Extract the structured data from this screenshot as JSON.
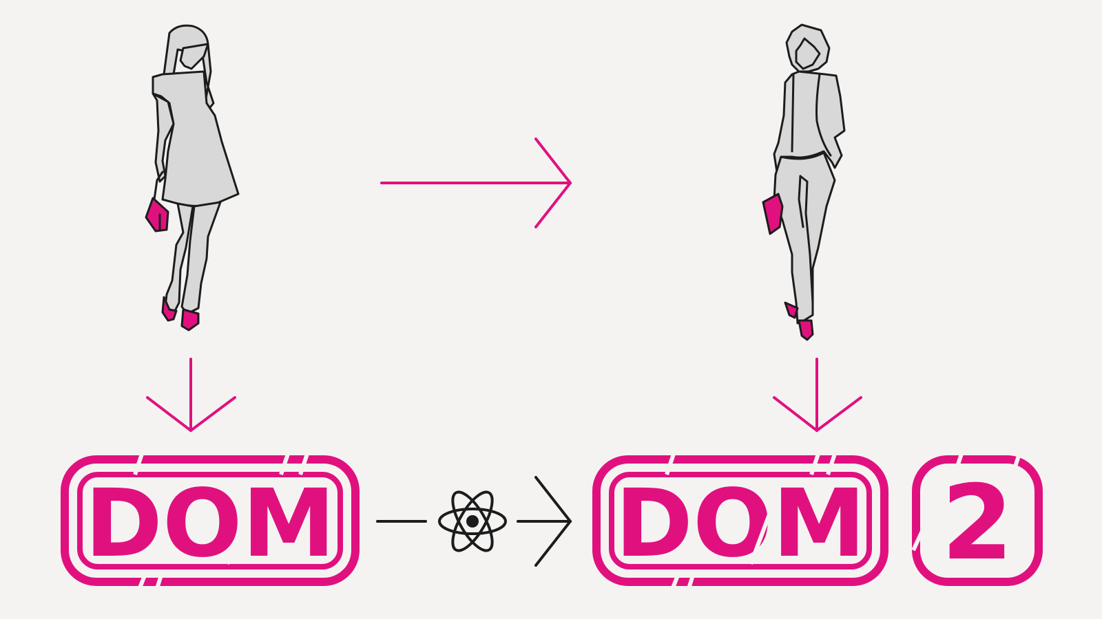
{
  "colors": {
    "background": "#f4f3f2",
    "accent": "#e0117f",
    "outline": "#1c1c1c",
    "figure_fill": "#d8d8d8"
  },
  "left_figure": {
    "icon": "woman-in-dress-icon"
  },
  "right_figure": {
    "icon": "woman-in-suit-icon"
  },
  "logo_left": {
    "text": "DOM"
  },
  "logo_right": {
    "text": "DOM",
    "version": "2"
  },
  "connector": {
    "icon": "react-atom-icon"
  }
}
